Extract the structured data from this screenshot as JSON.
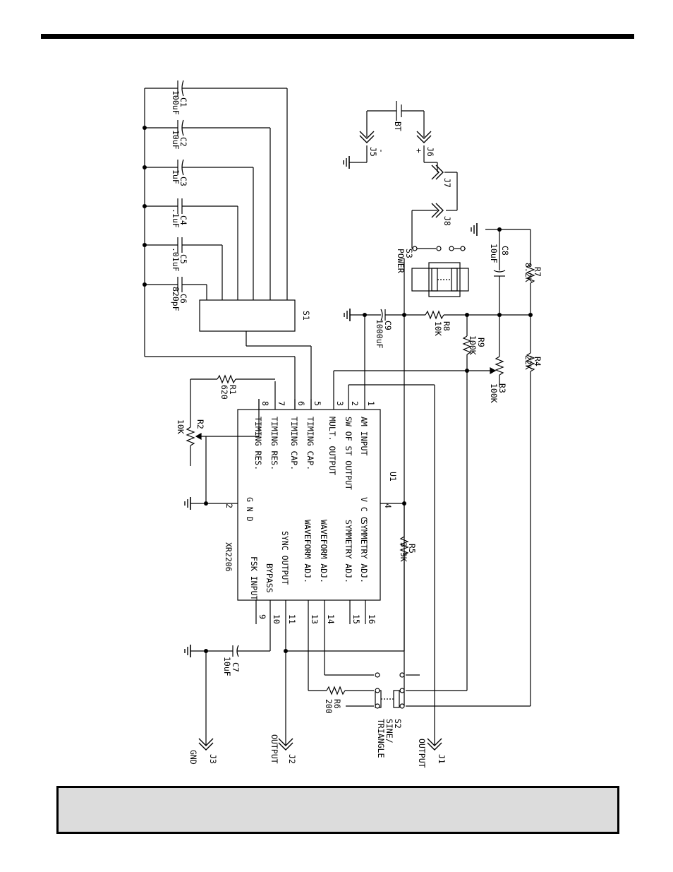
{
  "ic": {
    "ref": "U1",
    "part": "XR2206",
    "pins": [
      {
        "num": "1",
        "label": "AM INPUT"
      },
      {
        "num": "2",
        "label": "SW OF ST OUTPUT"
      },
      {
        "num": "3",
        "label": "MULT. OUTPUT"
      },
      {
        "num": "4",
        "label": "V C C"
      },
      {
        "num": "5",
        "label": "TIMING CAP."
      },
      {
        "num": "6",
        "label": "TIMING CAP."
      },
      {
        "num": "7",
        "label": "TIMING RES."
      },
      {
        "num": "8",
        "label": "TIMING RES."
      },
      {
        "num": "2",
        "label": "G N D"
      },
      {
        "num": "16",
        "label": "SYMMETRY ADJ."
      },
      {
        "num": "15",
        "label": "SYMMETRY ADJ."
      },
      {
        "num": "14",
        "label": "WAVEFORM ADJ."
      },
      {
        "num": "13",
        "label": "WAVEFORM ADJ."
      },
      {
        "num": "11",
        "label": "SYNC OUTPUT"
      },
      {
        "num": "10",
        "label": "BYPASS"
      },
      {
        "num": "9",
        "label": "FSK INPUT"
      }
    ]
  },
  "capacitors": [
    {
      "ref": "C1",
      "value": "100uF"
    },
    {
      "ref": "C2",
      "value": "10uF"
    },
    {
      "ref": "C3",
      "value": "1uF"
    },
    {
      "ref": "C4",
      "value": ".1uF"
    },
    {
      "ref": "C5",
      "value": ".01uF"
    },
    {
      "ref": "C6",
      "value": "820pF"
    },
    {
      "ref": "C7",
      "value": "10uF"
    },
    {
      "ref": "C8",
      "value": "10uF"
    },
    {
      "ref": "C9",
      "value": "1000uF"
    }
  ],
  "resistors": [
    {
      "ref": "R1",
      "value": "620"
    },
    {
      "ref": "R2",
      "value": "10K"
    },
    {
      "ref": "R3",
      "value": "100K"
    },
    {
      "ref": "R4",
      "value": "22K"
    },
    {
      "ref": "R5",
      "value": "3.9K"
    },
    {
      "ref": "R6",
      "value": "200"
    },
    {
      "ref": "R7",
      "value": "8.2K"
    },
    {
      "ref": "R8",
      "value": "10K"
    },
    {
      "ref": "R9",
      "value": "100K"
    }
  ],
  "switches": {
    "s1": "S1",
    "s2": {
      "ref": "S2",
      "label1": "SINE/",
      "label2": "TRIANGLE"
    },
    "s3": {
      "ref": "S3",
      "label": "POWER"
    }
  },
  "jacks": [
    {
      "ref": "J1",
      "label": "OUTPUT"
    },
    {
      "ref": "J2",
      "label": "OUTPUT"
    },
    {
      "ref": "J3",
      "label": "GND"
    },
    {
      "ref": "J5",
      "label": "-"
    },
    {
      "ref": "J6",
      "label": "+"
    },
    {
      "ref": "J7",
      "label": ""
    },
    {
      "ref": "J8",
      "label": ""
    }
  ],
  "battery": "BT"
}
